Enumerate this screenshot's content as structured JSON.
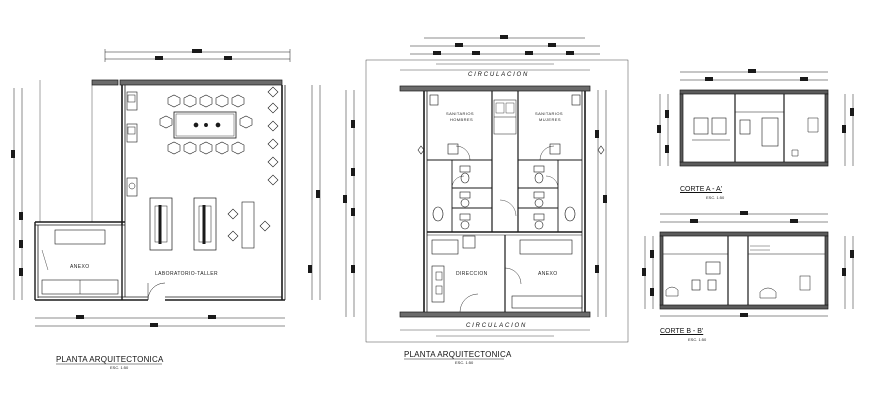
{
  "drawing": {
    "plan_left": {
      "title": "PLANTA ARQUITECTONICA",
      "scale": "ESC. 1:50",
      "rooms": {
        "anexo": "ANEXO",
        "lab": "LABORATORIO-TALLER"
      }
    },
    "plan_middle": {
      "title": "PLANTA ARQUITECTONICA",
      "scale": "ESC. 1:50",
      "circulacion_top": "CIRCULACION",
      "circulacion_bottom": "CIRCULACION",
      "rooms": {
        "sanit_1": "SANITARIOS",
        "sanit_1b": "HOMBRES",
        "sanit_2": "SANITARIOS",
        "sanit_2b": "MUJERES",
        "direccion": "DIRECCION",
        "anexo": "ANEXO"
      }
    },
    "section_a": {
      "title": "CORTE A - A'",
      "scale": "ESC. 1:50"
    },
    "section_b": {
      "title": "CORTE B - B'",
      "scale": "ESC. 1:50"
    },
    "colors": {
      "line": "#1a1a1a",
      "background": "#ffffff"
    }
  }
}
